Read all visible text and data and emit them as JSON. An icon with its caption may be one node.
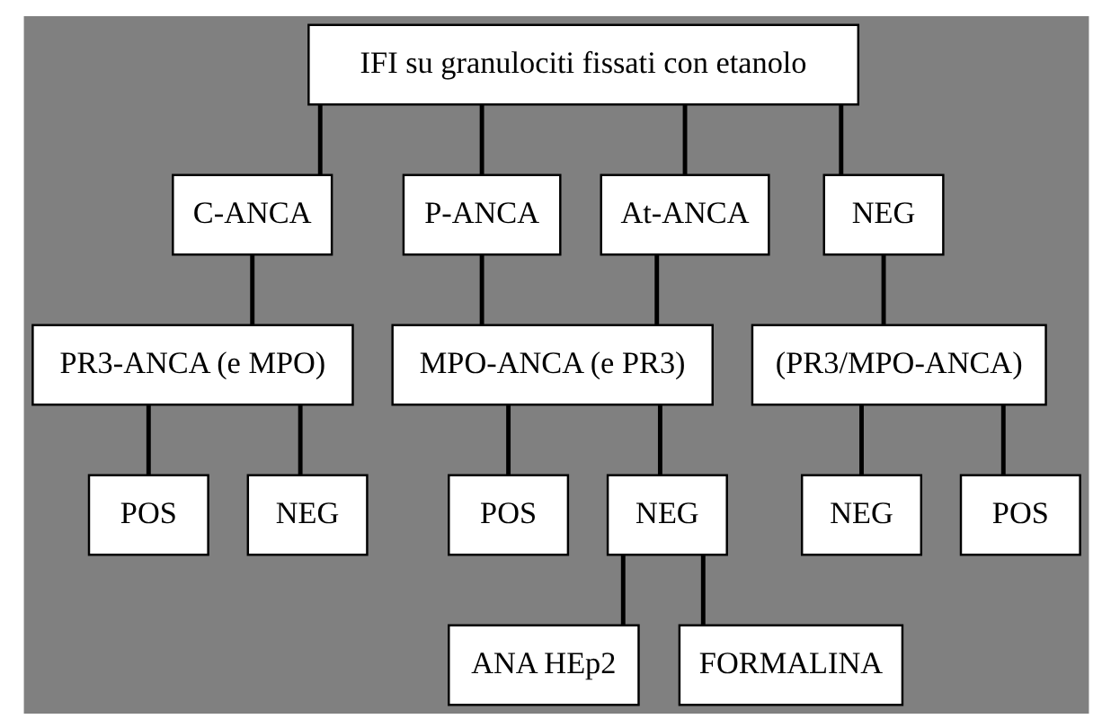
{
  "diagram": {
    "nodes": [
      {
        "text": [
          "IFI su granulociti fissati con etanolo"
        ]
      },
      {
        "text": [
          "C-ANCA"
        ]
      },
      {
        "text": [
          "P-ANCA"
        ]
      },
      {
        "text": [
          "At-ANCA"
        ]
      },
      {
        "text": [
          "NEG"
        ]
      },
      {
        "text": [
          "PR3-ANCA (e MPO)"
        ]
      },
      {
        "text": [
          "MPO-ANCA (e PR3)"
        ]
      },
      {
        "text": [
          "(PR3/MPO-ANCA)"
        ]
      },
      {
        "text": [
          "POS"
        ]
      },
      {
        "text": [
          "NEG"
        ]
      },
      {
        "text": [
          "POS"
        ]
      },
      {
        "text": [
          "NEG"
        ]
      },
      {
        "text": [
          "NEG"
        ]
      },
      {
        "text": [
          "POS"
        ]
      },
      {
        "text": [
          "ANA HEp2"
        ]
      },
      {
        "text": [
          "FORMALINA"
        ]
      }
    ],
    "edges": [
      {
        "from": 0,
        "to": 1,
        "arrow": "none"
      },
      {
        "from": 0,
        "to": 2,
        "arrow": "none"
      },
      {
        "from": 0,
        "to": 3,
        "arrow": "none"
      },
      {
        "from": 0,
        "to": 4,
        "arrow": "none"
      },
      {
        "from": 1,
        "to": 5,
        "arrow": "none"
      },
      {
        "from": 2,
        "to": 6,
        "arrow": "none"
      },
      {
        "from": 3,
        "to": 6,
        "arrow": "none"
      },
      {
        "from": 4,
        "to": 7,
        "arrow": "none"
      },
      {
        "from": 5,
        "to": 8,
        "arrow": "none"
      },
      {
        "from": 5,
        "to": 9,
        "arrow": "none"
      },
      {
        "from": 6,
        "to": 10,
        "arrow": "none"
      },
      {
        "from": 6,
        "to": 11,
        "arrow": "none"
      },
      {
        "from": 7,
        "to": 12,
        "arrow": "none"
      },
      {
        "from": 7,
        "to": 13,
        "arrow": "none"
      },
      {
        "from": 11,
        "to": 14,
        "arrow": "none"
      },
      {
        "from": 11,
        "to": 15,
        "arrow": "none"
      }
    ]
  }
}
